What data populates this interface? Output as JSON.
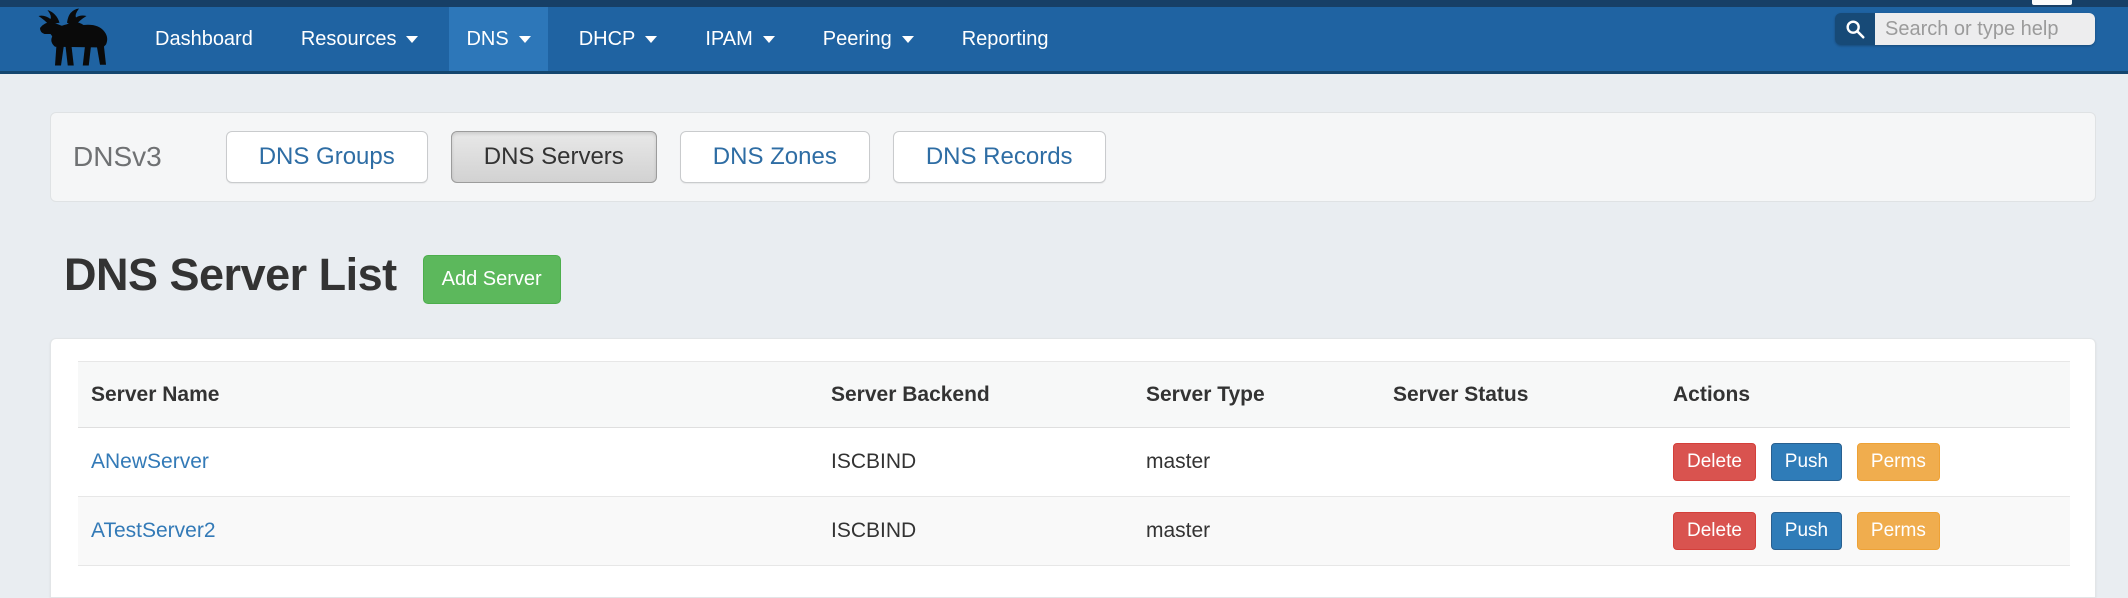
{
  "navbar": {
    "items": [
      {
        "label": "Dashboard",
        "caret": false,
        "active": false
      },
      {
        "label": "Resources",
        "caret": true,
        "active": false
      },
      {
        "label": "DNS",
        "caret": true,
        "active": true
      },
      {
        "label": "DHCP",
        "caret": true,
        "active": false
      },
      {
        "label": "IPAM",
        "caret": true,
        "active": false
      },
      {
        "label": "Peering",
        "caret": true,
        "active": false
      },
      {
        "label": "Reporting",
        "caret": false,
        "active": false
      }
    ],
    "search_placeholder": "Search or type help"
  },
  "subnav": {
    "label": "DNSv3",
    "tabs": [
      {
        "label": "DNS Groups",
        "active": false
      },
      {
        "label": "DNS Servers",
        "active": true
      },
      {
        "label": "DNS Zones",
        "active": false
      },
      {
        "label": "DNS Records",
        "active": false
      }
    ]
  },
  "page": {
    "title": "DNS Server List",
    "add_button_label": "Add Server"
  },
  "table": {
    "columns": [
      "Server Name",
      "Server Backend",
      "Server Type",
      "Server Status",
      "Actions"
    ],
    "rows": [
      {
        "name": "ANewServer",
        "backend": "ISCBIND",
        "type": "master",
        "status": ""
      },
      {
        "name": "ATestServer2",
        "backend": "ISCBIND",
        "type": "master",
        "status": ""
      }
    ],
    "action_labels": {
      "delete": "Delete",
      "push": "Push",
      "perms": "Perms"
    }
  },
  "icons": {
    "logo": "moose-logo",
    "search": "magnifier",
    "nav_caret": "chevron-down"
  },
  "colors": {
    "navbar_bg": "#1f63a2",
    "navbar_active_bg": "#2d77b9",
    "navbar_top_strip": "#173f66",
    "navbar_border": "#14466f",
    "page_bg": "#e9edf1",
    "panel_bg": "#f5f6f7",
    "tab_text_blue": "#2e6da4",
    "link_blue": "#337ab7",
    "add_green": "#5cb85c",
    "delete_red": "#d9534f",
    "push_blue": "#2f7cb8",
    "perms_orange": "#f0ad4e",
    "stripe_gray": "#f9f9f9"
  }
}
